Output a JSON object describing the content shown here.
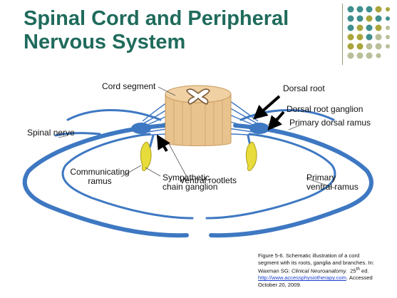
{
  "title": {
    "line1": "Spinal Cord and Peripheral",
    "line2": "Nervous System"
  },
  "colors": {
    "title": "#1f6b5c",
    "nerve": "#3e78c2",
    "cord": "#e9c38e",
    "cord_gray": "#ffffff",
    "ganglion": "#e8dc3c",
    "dot_teal": "#3f8f8e",
    "dot_olive": "#a9a53c",
    "dot_gray": "#b9bf9a"
  },
  "labels": {
    "cord_segment": "Cord segment",
    "dorsal_root": "Dorsal root",
    "dorsal_root_ganglion": "Dorsal root ganglion",
    "primary_dorsal_ramus": "Primary dorsal ramus",
    "spinal_nerve": "Spinal nerve",
    "ventral_rootlets": "Ventral rootlets",
    "communicating_ramus_l1": "Communicating",
    "communicating_ramus_l2": "ramus",
    "sympathetic_chain_l1": "Sympathetic",
    "sympathetic_chain_l2": "chain ganglion",
    "primary_ventral_l1": "Primary",
    "primary_ventral_l2": "ventral ramus"
  },
  "caption": {
    "line1": "Figure 5-6.  Schematic illustration of a cord",
    "line2": "segment with its roots, ganglia and branches. In:",
    "line3_prefix": "Waxman SG: ",
    "line3_book": "Clinical Neuroanatomy.",
    "line3_ed_num": "25",
    "line3_ed_sup": "th",
    "line3_ed_suffix": " ed.",
    "link": "http://www.accessphysiotherapy.com",
    "line4_suffix": ". Accessed",
    "line5": "October 20, 2009."
  }
}
